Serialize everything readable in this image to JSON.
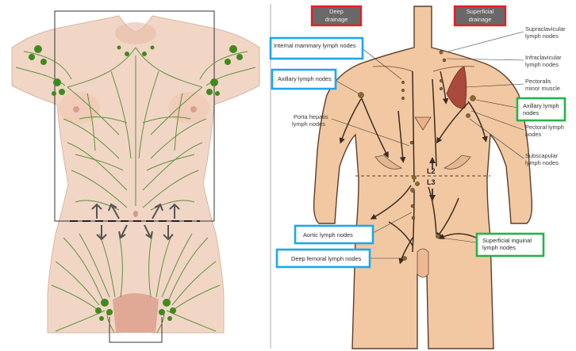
{
  "colors": {
    "skin_left": "#f1d6c6",
    "skin_right": "#f2c8a2",
    "lymph_green": "#4f8a2b",
    "node_green": "#3f8a1e",
    "blue_box": "#1ea7e8",
    "green_box": "#27b24a",
    "red_box": "#e41e26",
    "vessel": "#3b2c22"
  },
  "headers": {
    "deep": [
      "Deep",
      "drainage"
    ],
    "superficial": [
      "Superficial",
      "drainage"
    ]
  },
  "levels": {
    "upper": "L2",
    "lower": "L3"
  },
  "labels": {
    "supraclavicular": [
      "Supraclavicular",
      "lymph nodes"
    ],
    "infraclavicular": [
      "Infraclavicular",
      "lymph nodes"
    ],
    "pectoralis": [
      "Pectoralis",
      "minor muscle"
    ],
    "pectoral": [
      "Pectoral lymph",
      "nodes"
    ],
    "subscapular": [
      "Subscapular",
      "lymph nodes"
    ],
    "porta_hepatis": [
      "Porta hepatis",
      "lymph nodes"
    ]
  },
  "boxes": {
    "internal_mammary": "Internal mammary lymph nodes",
    "axillary_left": "Axillary lymph nodes",
    "aortic": "Aortic lymph nodes",
    "deep_femoral": "Deep femoral lymph nodes",
    "axillary_right": [
      "Axillary lymph",
      "nodes"
    ],
    "superficial_inguinal": [
      "Superficial inguinal",
      "lymph nodes"
    ]
  }
}
